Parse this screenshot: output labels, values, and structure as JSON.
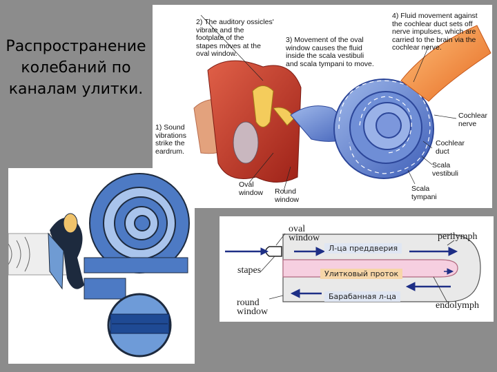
{
  "title": "Распространение колебаний по каналам улитки.",
  "top_diagram": {
    "labels": {
      "step1": "1) Sound\nvibrations\nstrike the\neardrum.",
      "step2": "2) The auditory ossicles'\nvibrate and the\nfootplate of the\nstapes moves at the\noval window.",
      "step3": "3) Movement of the oval\nwindow causes the fluid\ninside the scala vestibuli\nand scala tympani to move.",
      "step4": "4) Fluid movement against\nthe cochlear duct sets off\nnerve impulses, which are\ncarried to the brain via the\ncochlear nerve.",
      "cochlear_nerve": "Cochlear\nnerve",
      "cochlear_duct": "Cochlear\nduct",
      "scala_vestibuli": "Scala\nvestibuli",
      "scala_tympani": "Scala\ntympani",
      "oval_window": "Oval\nwindow",
      "round_window": "Round\nwindow"
    }
  },
  "bottom_diagram": {
    "labels": {
      "oval_window": "oval\nwindow",
      "stapes": "stapes",
      "round_window": "round\nwindow",
      "perilymph": "perilymph",
      "endolymph": "endolymph"
    },
    "tags": {
      "vestibule": "Л-ца преддверия",
      "cochlear_duct": "Улитковый проток",
      "tympani": "Барабанная л-ца"
    }
  },
  "colors": {
    "background": "#8c8c8c",
    "cochlea_blue": "#4f72c8",
    "ear_red": "#c8362b",
    "nerve_orange": "#f08a3c",
    "duct_pink": "#f6cfe0",
    "arrow_navy": "#1e2f86"
  }
}
